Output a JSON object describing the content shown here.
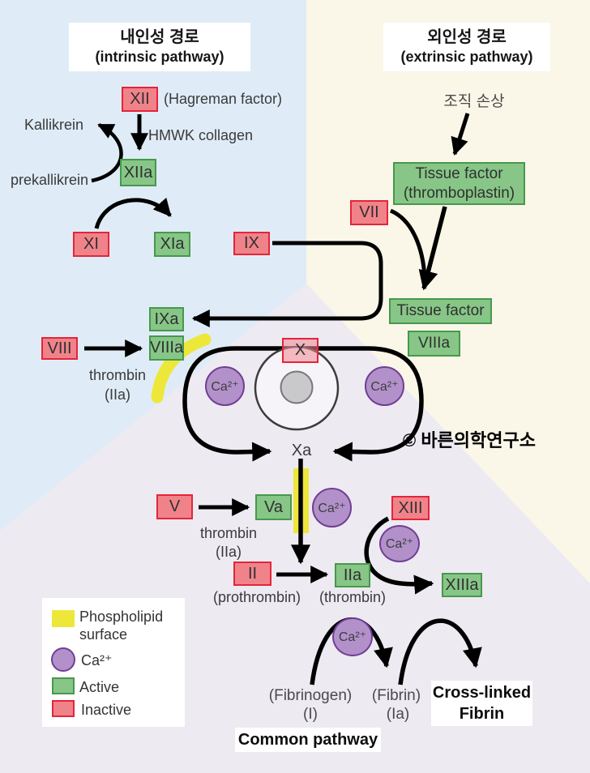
{
  "headers": {
    "intrinsic": {
      "ko": "내인성 경로",
      "en": "(intrinsic pathway)"
    },
    "extrinsic": {
      "ko": "외인성 경로",
      "en": "(extrinsic pathway)"
    }
  },
  "factors": {
    "xii": "XII",
    "xiia": "XIIa",
    "xi": "XI",
    "xia": "XIa",
    "ix": "IX",
    "ixa": "IXa",
    "viii": "VIII",
    "viiia": "VIIIa",
    "vii": "VII",
    "tf_viiia": "VIIIa",
    "x": "X",
    "xa": "Xa",
    "v": "V",
    "va": "Va",
    "ii": "II",
    "iia": "IIa",
    "xiii": "XIII",
    "xiiia": "XIIIa",
    "tissue_factor_line1": "Tissue factor",
    "tissue_factor_line2": "(thromboplastin)",
    "tissue_factor_2": "Tissue factor"
  },
  "labels": {
    "hagreman": "(Hagreman factor)",
    "kallikrein": "Kallikrein",
    "prekallikrein": "prekallikrein",
    "hmwk": "HMWK collagen",
    "tissue_damage": "조직 손상",
    "thrombin": "thrombin",
    "iia_paren": "(IIa)",
    "prothrombin": "(prothrombin)",
    "thrombin_paren": "(thrombin)",
    "fibrinogen": "(Fibrinogen)",
    "fibrinogen_num": "(I)",
    "fibrin": "(Fibrin)",
    "fibrin_num": "(Ia)",
    "crosslinked_line1": "Cross-linked",
    "crosslinked_line2": "Fibrin",
    "common_pathway": "Common pathway",
    "ca": "Ca²⁺",
    "watermark": "© 바른의학연구소"
  },
  "legend": {
    "phospholipid_line1": "Phospholipid",
    "phospholipid_line2": "surface",
    "ca": "Ca²⁺",
    "active": "Active",
    "inactive": "Inactive"
  },
  "colors": {
    "active_fill": "#87c687",
    "active_border": "#47984d",
    "inactive_fill": "#f0838a",
    "inactive_border": "#e5243a",
    "calcium_fill": "#b291cb",
    "calcium_border": "#713e92",
    "phospholipid": "#ede73a",
    "bg_intrinsic": "#dfecf7",
    "bg_extrinsic": "#faf7e8",
    "bg_common": "#edeaf2"
  }
}
